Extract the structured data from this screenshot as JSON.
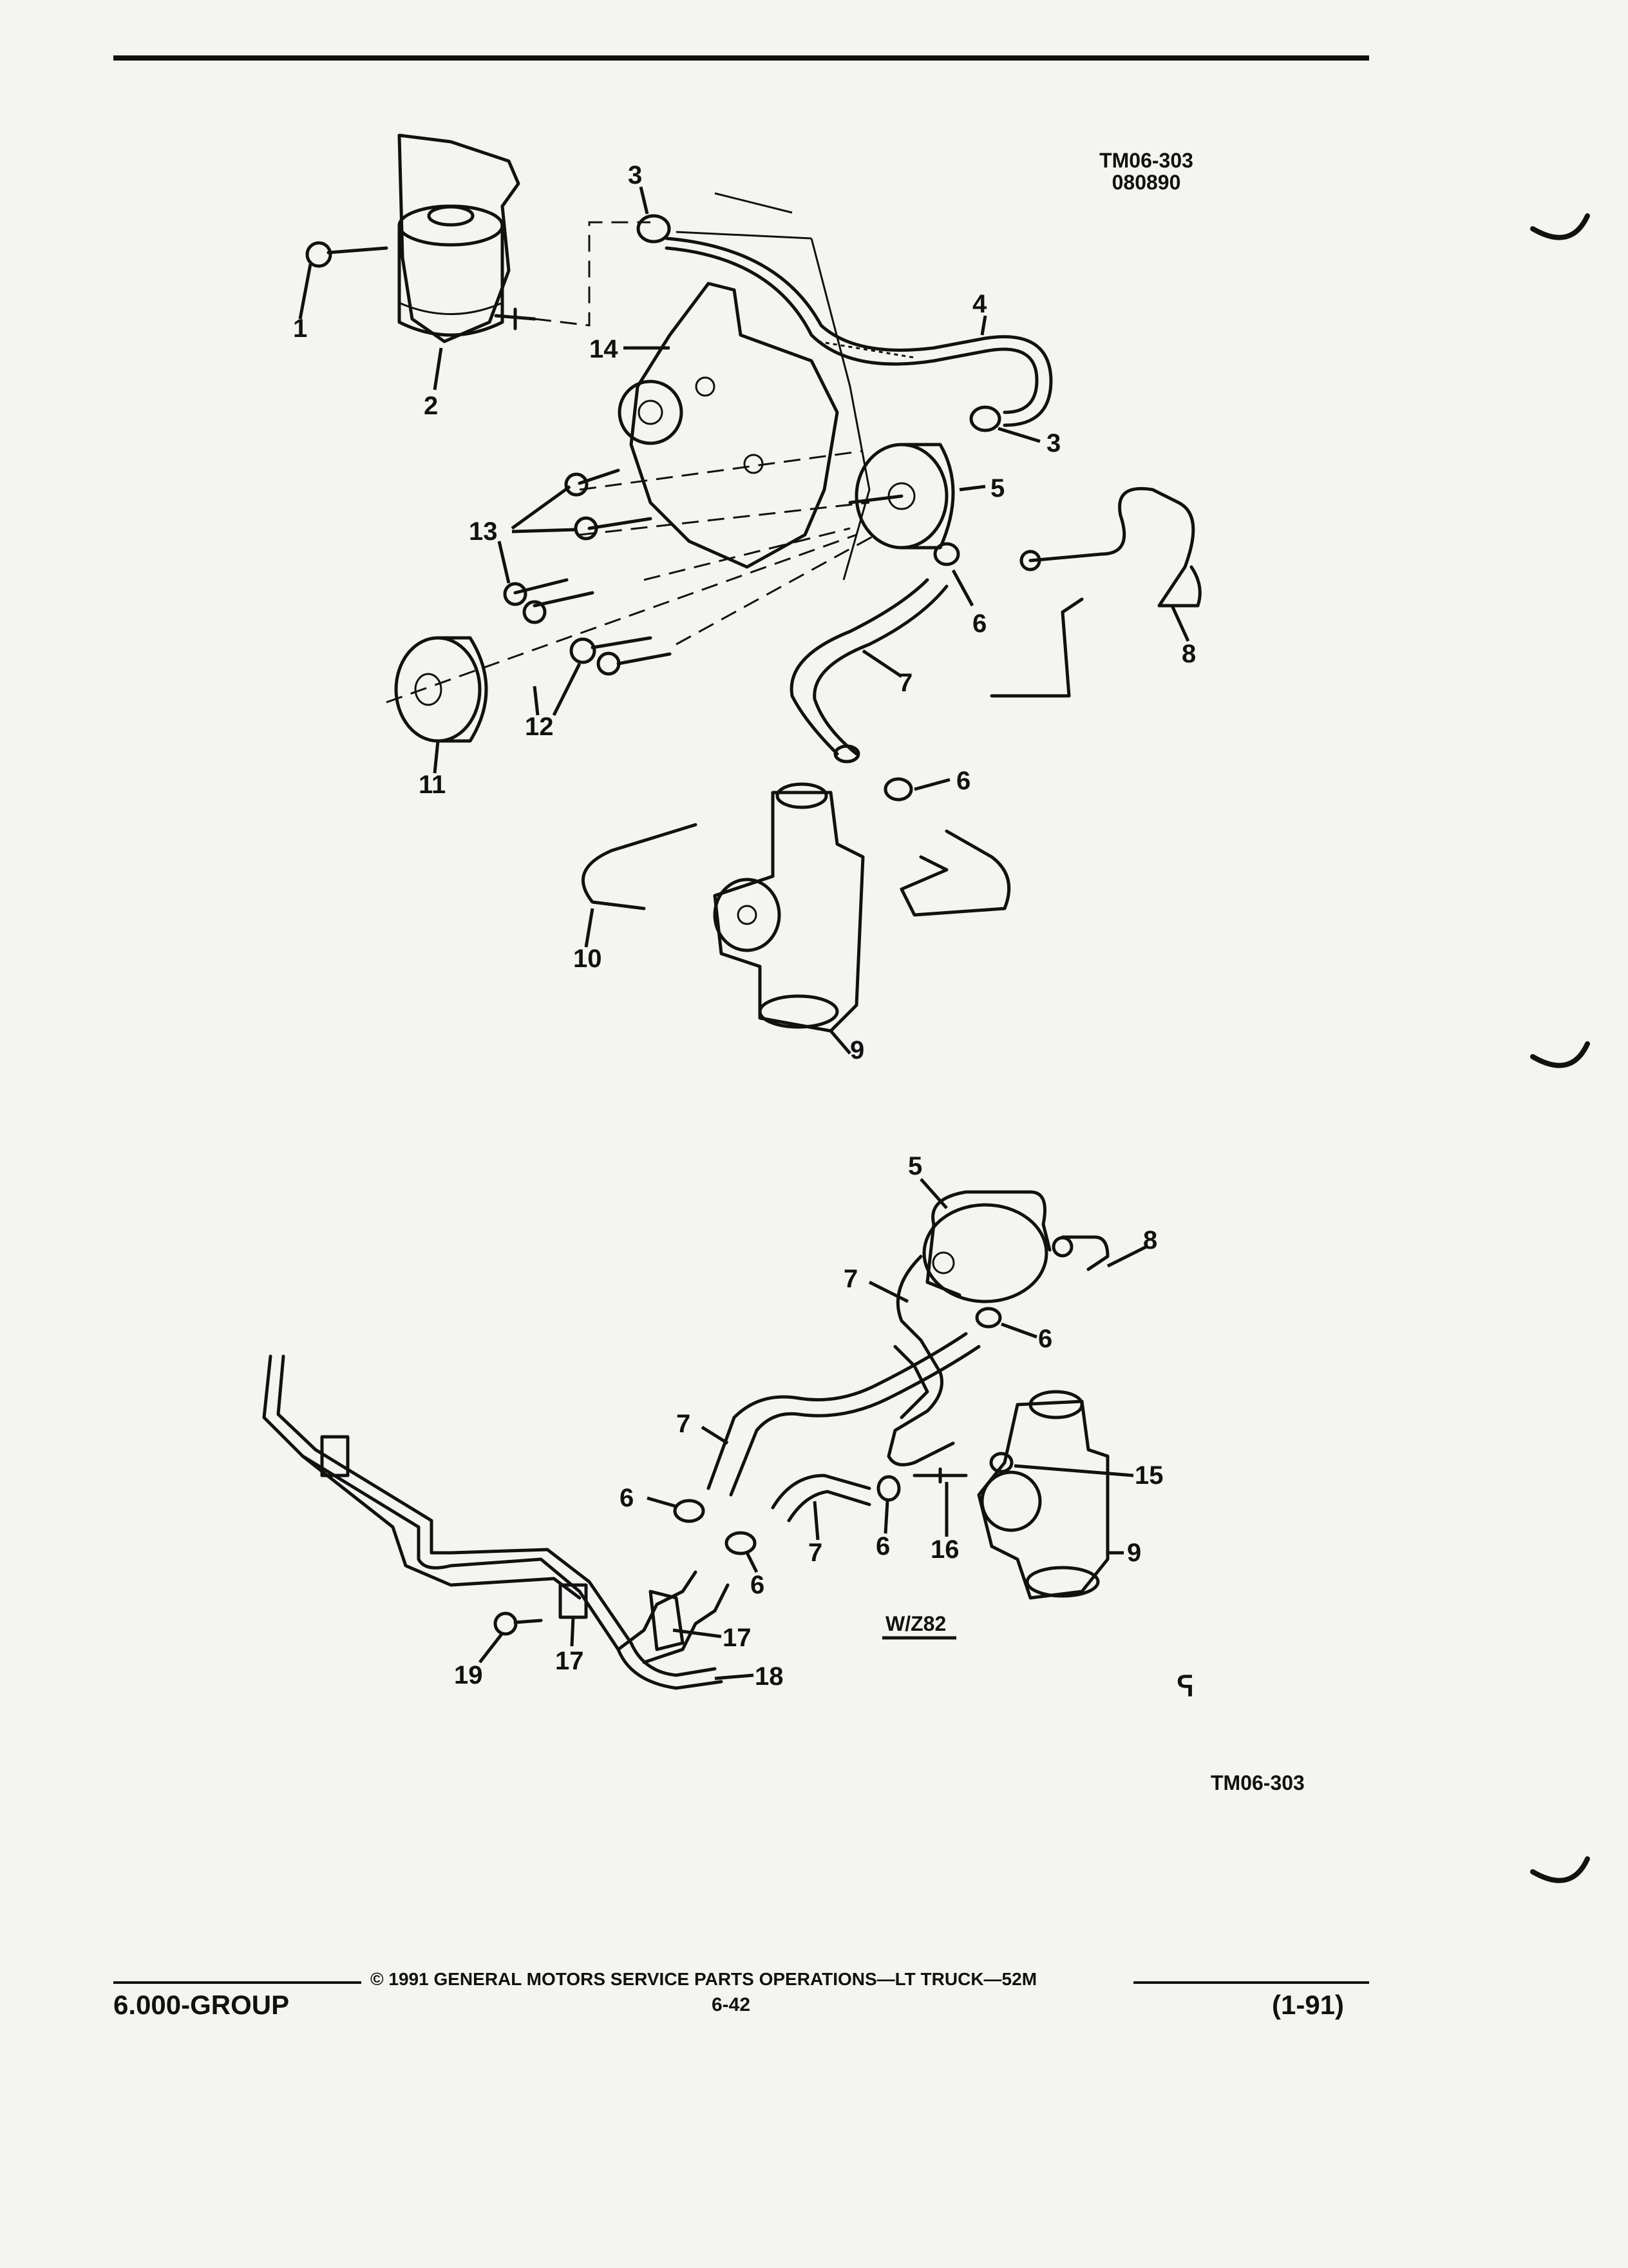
{
  "header": {
    "stamp_code": "TM06-303",
    "stamp_date": "080890"
  },
  "upper_view": {
    "callouts": [
      {
        "id": "c1",
        "text": "1"
      },
      {
        "id": "c2",
        "text": "2"
      },
      {
        "id": "c3a",
        "text": "3"
      },
      {
        "id": "c3b",
        "text": "3"
      },
      {
        "id": "c4",
        "text": "4"
      },
      {
        "id": "c5",
        "text": "5"
      },
      {
        "id": "c6a",
        "text": "6"
      },
      {
        "id": "c6b",
        "text": "6"
      },
      {
        "id": "c7",
        "text": "7"
      },
      {
        "id": "c8",
        "text": "8"
      },
      {
        "id": "c9",
        "text": "9"
      },
      {
        "id": "c10",
        "text": "10"
      },
      {
        "id": "c11",
        "text": "11"
      },
      {
        "id": "c12",
        "text": "12"
      },
      {
        "id": "c13",
        "text": "13"
      },
      {
        "id": "c14",
        "text": "14"
      }
    ]
  },
  "lower_view": {
    "variant_label": "W/Z82",
    "figure_code": "TM06-303",
    "callouts": [
      {
        "id": "d5",
        "text": "5"
      },
      {
        "id": "d8",
        "text": "8"
      },
      {
        "id": "d7a",
        "text": "7"
      },
      {
        "id": "d6a",
        "text": "6"
      },
      {
        "id": "d7b",
        "text": "7"
      },
      {
        "id": "d6b",
        "text": "6"
      },
      {
        "id": "d6c",
        "text": "6"
      },
      {
        "id": "d7c",
        "text": "7"
      },
      {
        "id": "d6d",
        "text": "6"
      },
      {
        "id": "d16",
        "text": "16"
      },
      {
        "id": "d15",
        "text": "15"
      },
      {
        "id": "d9",
        "text": "9"
      },
      {
        "id": "d17a",
        "text": "17"
      },
      {
        "id": "d17b",
        "text": "17"
      },
      {
        "id": "d18",
        "text": "18"
      },
      {
        "id": "d19",
        "text": "19"
      }
    ]
  },
  "footer": {
    "copyright": "© 1991 GENERAL MOTORS SERVICE PARTS OPERATIONS—LT TRUCK—52M",
    "group": "6.000-GROUP",
    "page": "6-42",
    "revision": "(1-91)",
    "logo_glyph": "ᕋ"
  }
}
